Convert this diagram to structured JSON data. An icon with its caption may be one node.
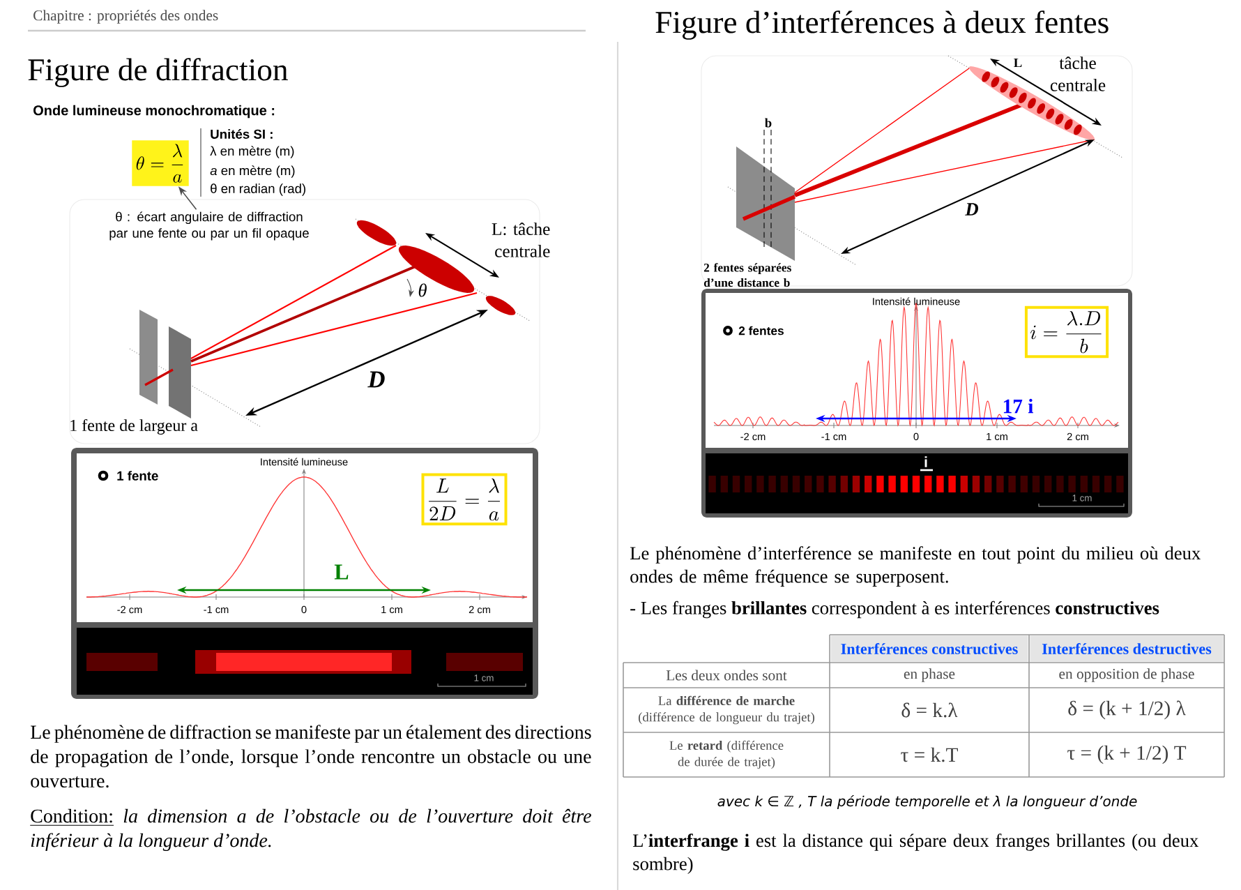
{
  "diagram": {
    "nodes": [
      {
        "text": [
          "\\theta = \\frac{\\lambda}{a}"
        ]
      },
      {
        "text": [
          "θ : écart angulaire de diffraction par une fente ou par un fil opaque"
        ]
      },
      {
        "text": [
          "\\frac{L}{2D} = \\frac{\\lambda}{a}"
        ]
      },
      {
        "text": [
          "i = \\frac{\\lambda.D}{b}"
        ]
      }
    ],
    "edges": [
      {
        "from": 1,
        "to": 0,
        "arrow": "to"
      }
    ],
    "labels": [
      "Chapitre : propriétés des ondes",
      "Figure de diffraction",
      "Onde lumineuse monochromatique :",
      "Unités SI :",
      "λ en mètre (m)",
      "*a* en mètre (m)",
      "θ en radian (rad)",
      "L: tâche centrale",
      "θ",
      "D",
      "1 fente de largeur a",
      "Intensité lumineuse",
      "1 fente",
      "L",
      "-2 cm",
      "-1 cm",
      "0",
      "1 cm",
      "2 cm",
      "1 cm",
      "Le phénomène de diffraction se manifeste par un étalement des directions de propagation de l’onde, lorsque l’onde rencontre un obstacle ou une ouverture.",
      "Condition:",
      "la dimension a de l’obstacle ou de l’ouverture doit être inférieur à la longueur d’onde.",
      "Figure d’interférences à deux fentes",
      "L",
      "tâche centrale",
      "b",
      "D",
      "2 fentes séparées d’une distance b",
      "Intensité lumineuse",
      "2 fentes",
      "17 i",
      "-2 cm",
      "-1 cm",
      "0",
      "1 cm",
      "2 cm",
      "i",
      "1 cm",
      "Le phénomène d’interférence se manifeste en tout point du milieu où deux ondes de même fréquence se superposent.",
      "- Les franges **brillantes** correspondent à es interférences **constructives**",
      "Interférences constructives",
      "Interférences destructives",
      "Les deux ondes sont",
      "en phase",
      "en opposition de phase",
      "La **différence de marche** (différence de longueur du trajet)",
      "δ = k.λ",
      "δ = (k + 1/2) λ",
      "Le **retard** (différence de durée de trajet)",
      "τ = k.T",
      "τ = (k + 1/2) T",
      "avec k ∈ ℤ , T la période temporelle et λ  la longueur d’onde",
      "L’**interfrange i** est la distance qui sépare deux franges brillantes (ou deux sombre)"
    ]
  }
}
